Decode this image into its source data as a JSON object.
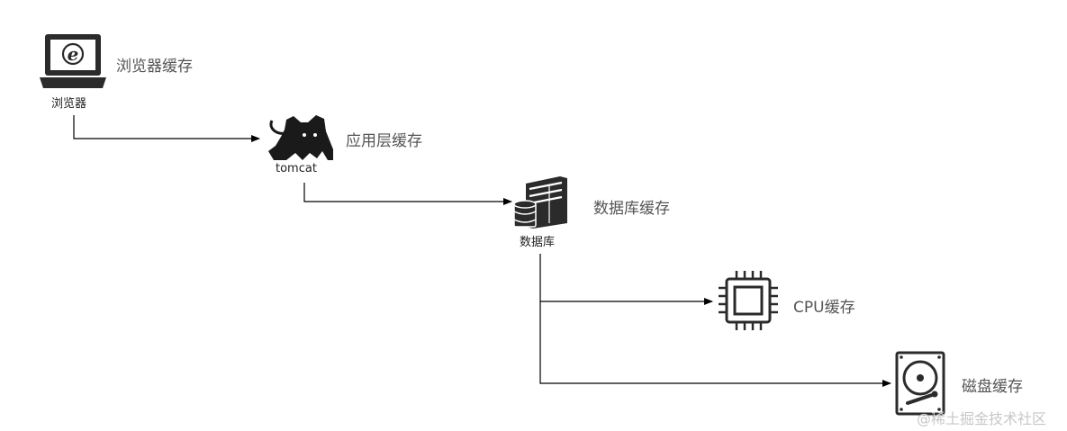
{
  "nodes": {
    "browser": {
      "label": "浏览器",
      "caption": "浏览器缓存",
      "icon": "laptop-browser-icon"
    },
    "tomcat": {
      "label": "tomcat",
      "caption": "应用层缓存",
      "icon": "tomcat-cat-icon"
    },
    "database": {
      "label": "数据库",
      "caption": "数据库缓存",
      "icon": "database-server-icon"
    },
    "cpu": {
      "caption": "CPU缓存",
      "icon": "cpu-chip-icon"
    },
    "disk": {
      "caption": "磁盘缓存",
      "icon": "hard-disk-icon"
    }
  },
  "watermark": "@稀土掘金技术社区",
  "colors": {
    "line": "#000000",
    "icon": "#2b2b2b",
    "caption": "#555555"
  }
}
